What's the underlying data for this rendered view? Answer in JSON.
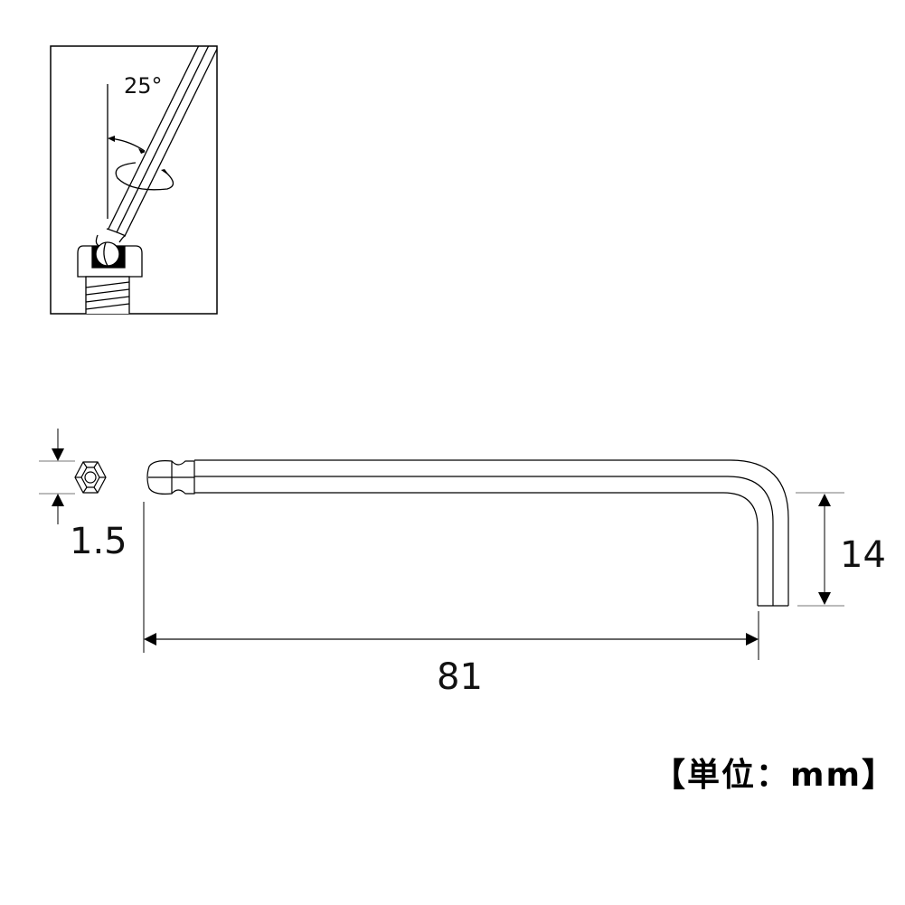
{
  "inset": {
    "angle_label": "25°",
    "description": "Ball-end hex key inserted into socket head screw at 25° angle with rotation arrows"
  },
  "dimensions": {
    "hex_size": "1.5",
    "long_arm_length": "81",
    "short_arm_length": "14"
  },
  "unit_label": "【単位：mm】",
  "colors": {
    "line": "#000000",
    "background": "#ffffff",
    "dim_line": "#777777"
  }
}
